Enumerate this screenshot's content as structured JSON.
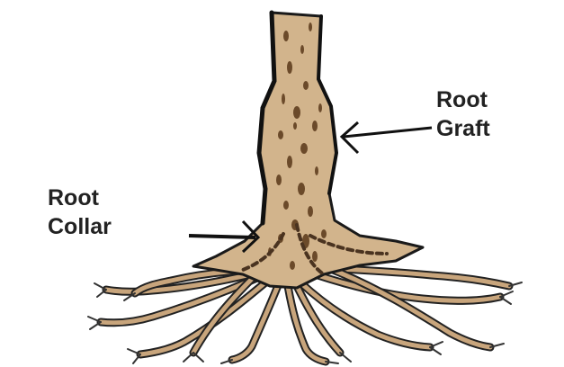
{
  "labels": {
    "root_graft": {
      "line1": "Root",
      "line2": "Graft"
    },
    "root_collar": {
      "line1": "Root",
      "line2": "Collar"
    }
  },
  "colors": {
    "bark_fill": "#d2b48c",
    "bark_dark": "#6b4a2a",
    "outline": "#1a1a1a",
    "root_fill": "#c8a57c",
    "label_text": "#222222",
    "background": "#ffffff"
  }
}
